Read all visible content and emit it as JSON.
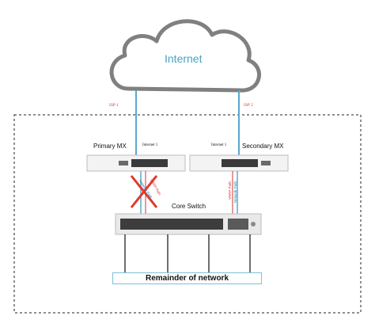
{
  "cloud": {
    "label": "Internet"
  },
  "links": {
    "isp1": "ISP 1",
    "isp2": "ISP 2",
    "internet1_left": "Internet 1",
    "internet1_right": "Internet 1",
    "vrrp_left": "VRRP Path",
    "vrrp_right": "VRRP Path",
    "network_path_left": "Network Path",
    "network_path_right": "Network Path"
  },
  "devices": {
    "primary": "Primary MX",
    "secondary": "Secondary MX",
    "core": "Core Switch"
  },
  "remainder": "Remainder of network",
  "colors": {
    "cloud_outline": "#7f7f7f",
    "link_blue": "#5aaad0",
    "accent_red": "#d33333",
    "remainder_border": "#7ac1d8"
  }
}
